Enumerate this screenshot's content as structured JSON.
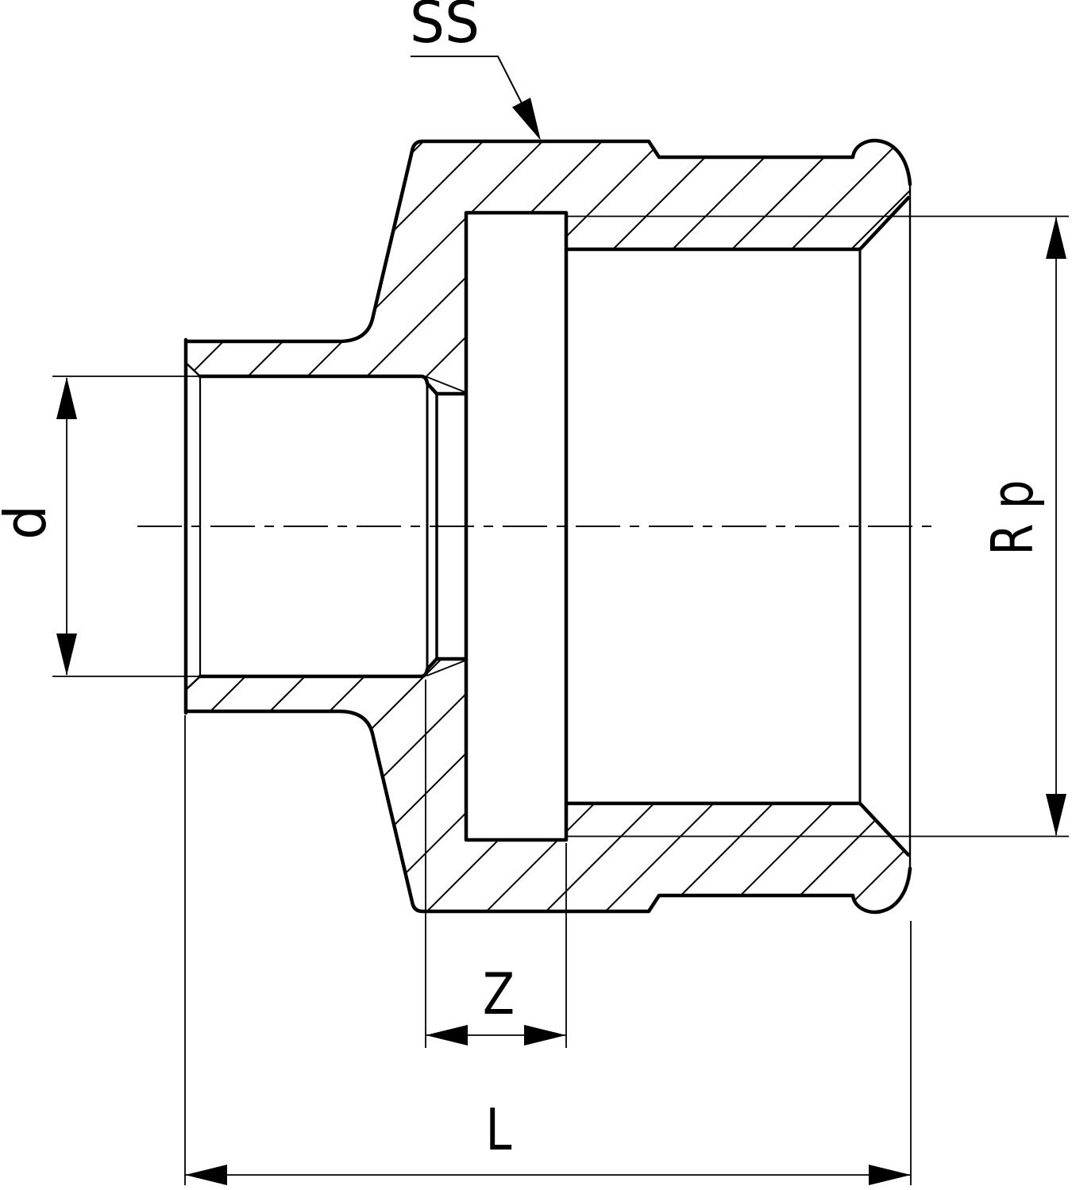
{
  "diagram": {
    "type": "technical_drawing",
    "description": "Cross-section of a reducing pipe fitting adapter: female solder socket (diameter d) on the left transitioning to a larger female threaded socket (Rp) on the right, with engagement depth Z and overall length L; SS leader arrow marks the outer body surface",
    "background_color": "#ffffff",
    "line_color": "#000000",
    "labels": {
      "surface_note": "SS",
      "small_end_diameter": "d",
      "thread_size": "R p",
      "insertion_depth": "Z",
      "overall_length": "L"
    }
  }
}
